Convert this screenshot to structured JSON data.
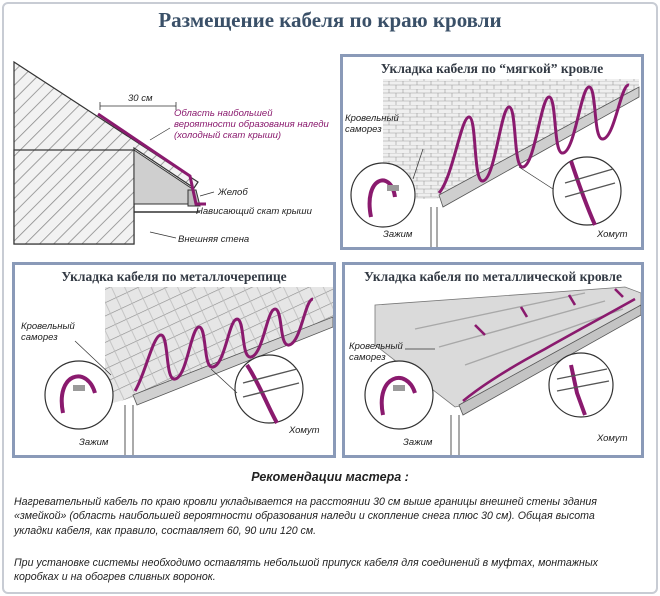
{
  "title": "Размещение кабеля по краю кровли",
  "roof_section": {
    "distance": "30 см",
    "icing_zone": "Область наибольшей вероятности образования наледи (холодный скат крыши)",
    "gutter": "Желоб",
    "overhang": "Нависающий скат крыши",
    "outer_wall": "Внешняя стена"
  },
  "soft_roof": {
    "title": "Укладка кабеля по “мягкой” кровле",
    "screw": "Кровельный саморез",
    "clamp": "Зажим",
    "bracket": "Хомут"
  },
  "metal_tile": {
    "title": "Укладка кабеля по металлочерепице",
    "screw": "Кровельный саморез",
    "clamp": "Зажим",
    "bracket": "Хомут"
  },
  "metal_roof": {
    "title": "Укладка кабеля по металлической кровле",
    "screw": "Кровельный саморез",
    "clamp": "Зажим",
    "bracket": "Хомут"
  },
  "recommendations": {
    "title": "Рекомендации мастера :",
    "paragraph1": "Нагревательный кабель по краю кровли укладывается на расстоянии 30 см выше границы внешней стены здания «змейкой» (область наибольшей вероятности образования наледи и скопление снега плюс 30 см). Общая высота укладки кабеля, как правило, составляет 60, 90 или 120 см.",
    "paragraph2": "При установке системы необходимо оставлять небольшой припуск кабеля для соединений в муфтах, монтажных коробках и на обогрев сливных воронок."
  },
  "colors": {
    "cable": "#8a1a6e",
    "panel_border": "#8a9ab8",
    "title": "#3a5068"
  }
}
